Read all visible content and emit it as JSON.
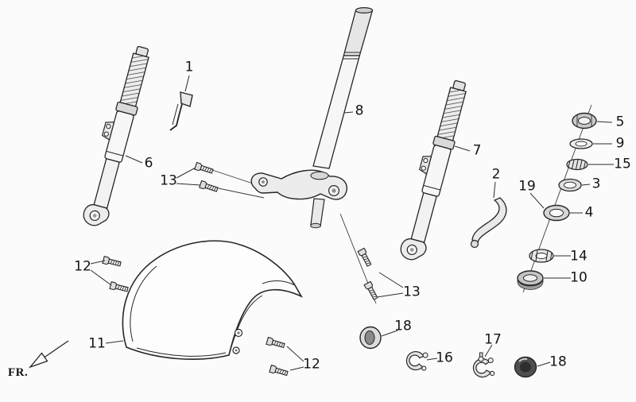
{
  "diagram": {
    "fr_label": "FR.",
    "background_color": "#fbfbfb",
    "line_color": "#262626",
    "callouts": {
      "1": "1",
      "2": "2",
      "3": "3",
      "4": "4",
      "5": "5",
      "6": "6",
      "7": "7",
      "8": "8",
      "9": "9",
      "10": "10",
      "11": "11",
      "12": "12",
      "13": "13",
      "14": "14",
      "15": "15",
      "16": "16",
      "17": "17",
      "18": "18",
      "19": "19"
    }
  }
}
